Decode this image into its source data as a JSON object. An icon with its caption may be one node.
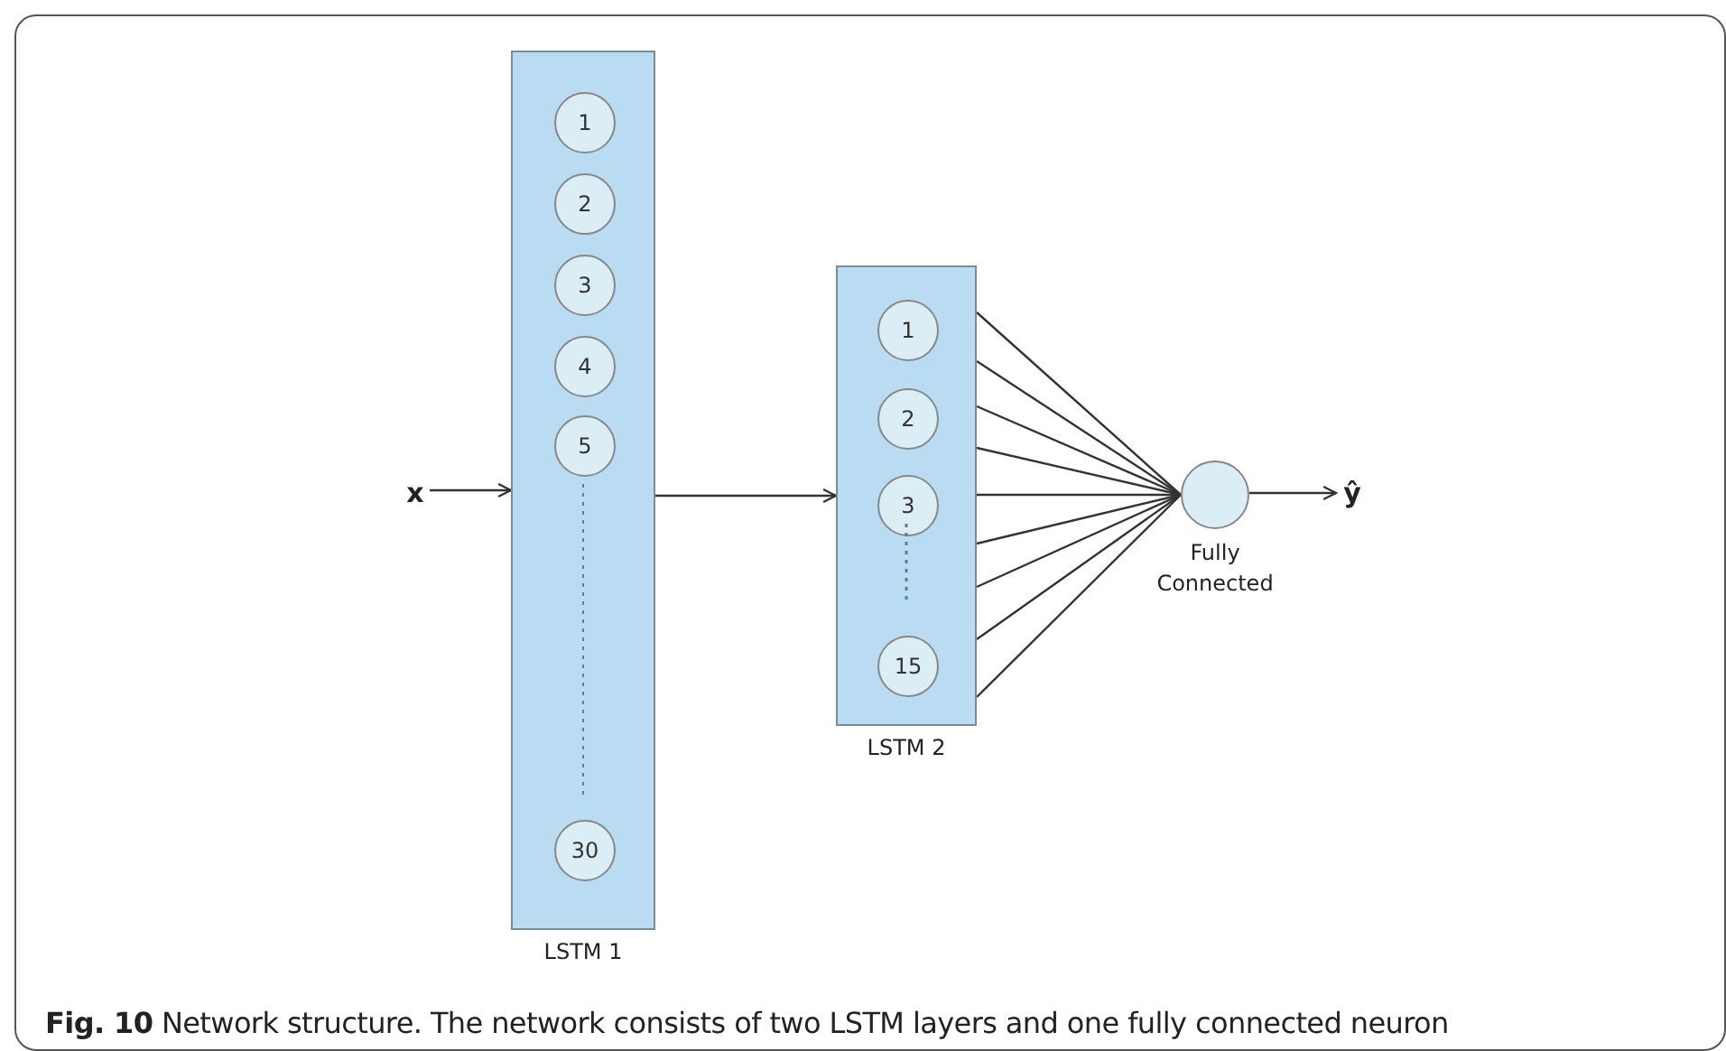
{
  "diagram": {
    "caption": "**Fig. 10**  Network structure. The network consists of two LSTM layers and one fully connected neuron",
    "nodes": [
      {
        "text": [
          "x"
        ]
      },
      {
        "text": [
          "LSTM 1"
        ]
      },
      {
        "text": [
          "1"
        ],
        "in": 1
      },
      {
        "text": [
          "2"
        ],
        "in": 1
      },
      {
        "text": [
          "3"
        ],
        "in": 1
      },
      {
        "text": [
          "4"
        ],
        "in": 1
      },
      {
        "text": [
          "5"
        ],
        "in": 1
      },
      {
        "text": [
          "30"
        ],
        "in": 1
      },
      {
        "text": [
          "LSTM 2"
        ]
      },
      {
        "text": [
          "1"
        ],
        "in": 8
      },
      {
        "text": [
          "2"
        ],
        "in": 8
      },
      {
        "text": [
          "3"
        ],
        "in": 8
      },
      {
        "text": [
          "15"
        ],
        "in": 8
      },
      {
        "text": [
          "Fully Connected"
        ]
      },
      {
        "text": [
          "ŷ"
        ]
      }
    ],
    "edges": [
      {
        "from": 0,
        "to": 1,
        "arrow": "to"
      },
      {
        "from": 1,
        "to": 8,
        "arrow": "to"
      },
      {
        "from": 8,
        "to": 13,
        "arrow": "none"
      },
      {
        "from": 8,
        "to": 13,
        "arrow": "none"
      },
      {
        "from": 8,
        "to": 13,
        "arrow": "none"
      },
      {
        "from": 8,
        "to": 13,
        "arrow": "none"
      },
      {
        "from": 8,
        "to": 13,
        "arrow": "none"
      },
      {
        "from": 8,
        "to": 13,
        "arrow": "none"
      },
      {
        "from": 8,
        "to": 13,
        "arrow": "none"
      },
      {
        "from": 8,
        "to": 13,
        "arrow": "none"
      },
      {
        "from": 8,
        "to": 13,
        "arrow": "none"
      },
      {
        "from": 13,
        "to": 14,
        "arrow": "to"
      }
    ]
  }
}
